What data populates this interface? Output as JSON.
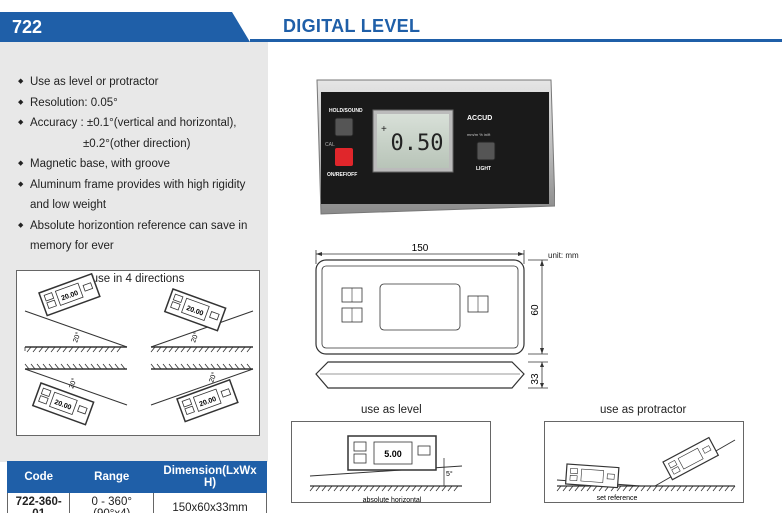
{
  "header": {
    "model": "722",
    "title": "DIGITAL LEVEL"
  },
  "features": [
    "Use as level or protractor",
    "Resolution: 0.05°",
    "Accuracy : ±0.1°(vertical and horizontal),",
    "±0.2°(other direction)",
    "Magnetic base, with groove",
    "Aluminum frame provides with high rigidity",
    "and low weight",
    "Absolute horizontion reference can save in",
    "memory for ever"
  ],
  "directions": {
    "title": "use in 4 directions",
    "angle": "20°",
    "reading": "20.00"
  },
  "photo": {
    "hold_label": "HOLD/SOUND",
    "cal_label": "CAL",
    "on_label": "ON/REF/OFF",
    "brand": "ACCUD",
    "units_label": "mm/m % in/ft",
    "light_label": "LIGHT",
    "reading": "0.50",
    "plus": "+"
  },
  "drawing": {
    "width": "150",
    "height": "60",
    "depth": "33",
    "unit": "unit: mm"
  },
  "use_level": {
    "title": "use as level",
    "reading": "5.00",
    "angle": "5°",
    "caption": "absolute horizontal"
  },
  "use_protractor": {
    "title": "use as protractor",
    "caption": "set reference"
  },
  "table": {
    "headers": [
      "Code",
      "Range",
      "Dimension(LxWx H)"
    ],
    "rows": [
      [
        "722-360-01",
        "0 - 360° (90°x4)",
        "150x60x33mm"
      ]
    ]
  },
  "colors": {
    "brand_blue": "#1f5fa8",
    "panel_gray": "#e8e8e8",
    "red_button": "#e0262b"
  }
}
